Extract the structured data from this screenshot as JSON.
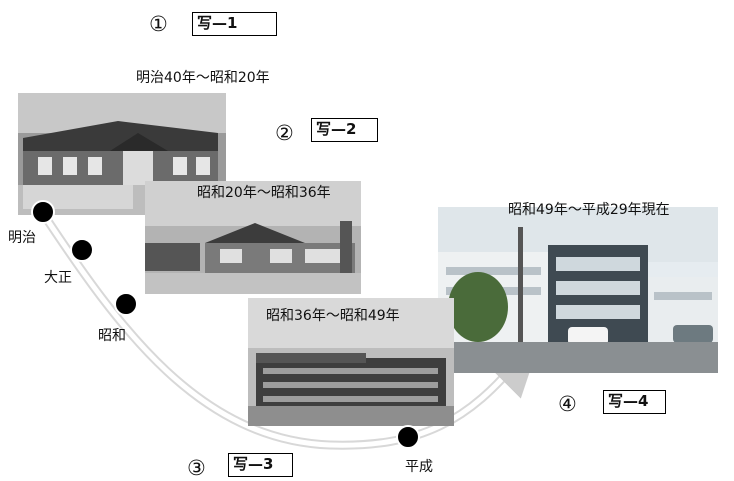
{
  "photos": [
    {
      "number": "①",
      "tag": "写—1",
      "caption": "明治40年～昭和20年"
    },
    {
      "number": "②",
      "tag": "写—2",
      "caption": "昭和20年～昭和36年"
    },
    {
      "number": "③",
      "tag": "写—3",
      "caption": "昭和36年～昭和49年"
    },
    {
      "number": "④",
      "tag": "写—4",
      "caption": "昭和49年～平成29年現在"
    }
  ],
  "eras": [
    "明治",
    "大正",
    "昭和",
    "平成"
  ]
}
